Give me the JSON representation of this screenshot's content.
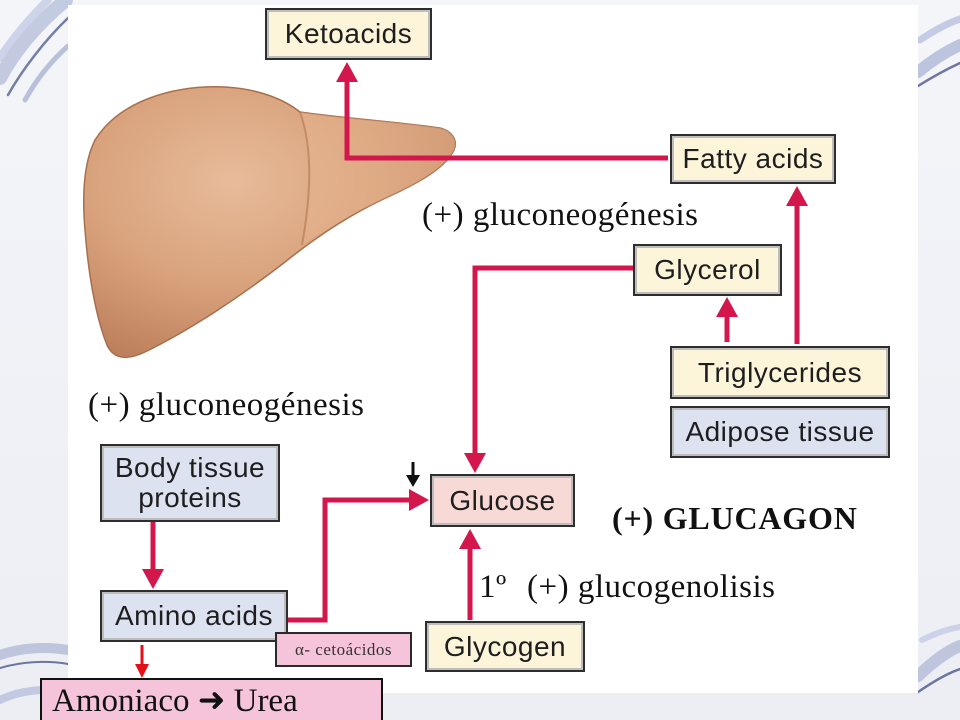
{
  "slide": {
    "nodes": {
      "ketoacids": "Ketoacids",
      "fatty_acids": "Fatty acids",
      "glycerol": "Glycerol",
      "triglycerides": "Triglycerides",
      "adipose_tissue": "Adipose tissue",
      "body_tissue_proteins": [
        "Body tissue",
        "proteins"
      ],
      "amino_acids": "Amino acids",
      "glucose": "Glucose",
      "glycogen": "Glycogen"
    },
    "notes": {
      "alpha_ketoacids": "α- cetoácidos",
      "ammonia_to_urea": "Amoniaco ➜ Urea"
    },
    "annotations": {
      "gluconeogenesis_upper": "(+) gluconeogénesis",
      "gluconeogenesis_lower": "(+) gluconeogénesis",
      "glucagon": "(+) GLUCAGON",
      "glycogenolysis_order": "1º",
      "glycogenolysis": "(+) glucogenolisis"
    }
  },
  "icons": {
    "organ": "liver-icon",
    "glucose_marker": "down-arrow-icon"
  },
  "colors": {
    "pathway_arrow": "#d3164c",
    "ammonia_arrow": "#e3101b",
    "box_fill_beige": "#fdf5da",
    "box_fill_blue": "#dde2f1",
    "box_fill_pink": "#f7d9d6",
    "note_fill_pink": "#f6c4da",
    "liver": "#d8a27c"
  }
}
